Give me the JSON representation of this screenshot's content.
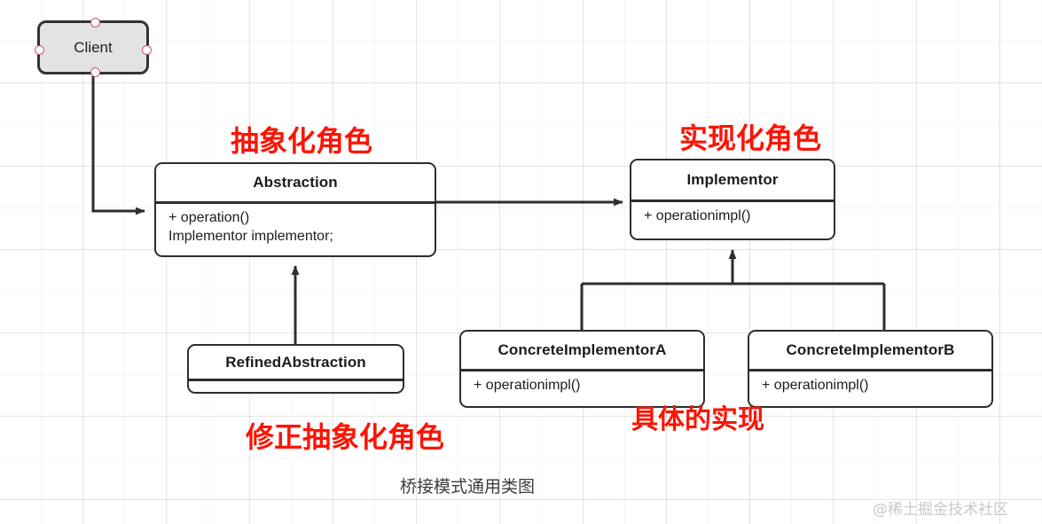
{
  "diagram": {
    "caption": "桥接模式通用类图",
    "watermark": "@稀土掘金技术社区",
    "accent_red": "#fb1405",
    "stroke": "#2e2e2e",
    "client_fill": "#e3e3e3",
    "handle_color": "#d1546a"
  },
  "nodes": {
    "client": {
      "title": "Client"
    },
    "abstraction": {
      "title": "Abstraction",
      "members": [
        "+ operation()",
        "Implementor implementor;"
      ]
    },
    "refined_abstraction": {
      "title": "RefinedAbstraction",
      "members": []
    },
    "implementor": {
      "title": "Implementor",
      "members": [
        "+ operationimpl()"
      ]
    },
    "concrete_implementor_a": {
      "title": "ConcreteImplementorA",
      "members": [
        "+ operationimpl()"
      ]
    },
    "concrete_implementor_b": {
      "title": "ConcreteImplementorB",
      "members": [
        "+ operationimpl()"
      ]
    }
  },
  "annotations": {
    "abstraction_role": "抽象化角色",
    "implementor_role": "实现化角色",
    "refined_abstraction_role": "修正抽象化角色",
    "concrete_implementation_role": "具体的实现"
  }
}
